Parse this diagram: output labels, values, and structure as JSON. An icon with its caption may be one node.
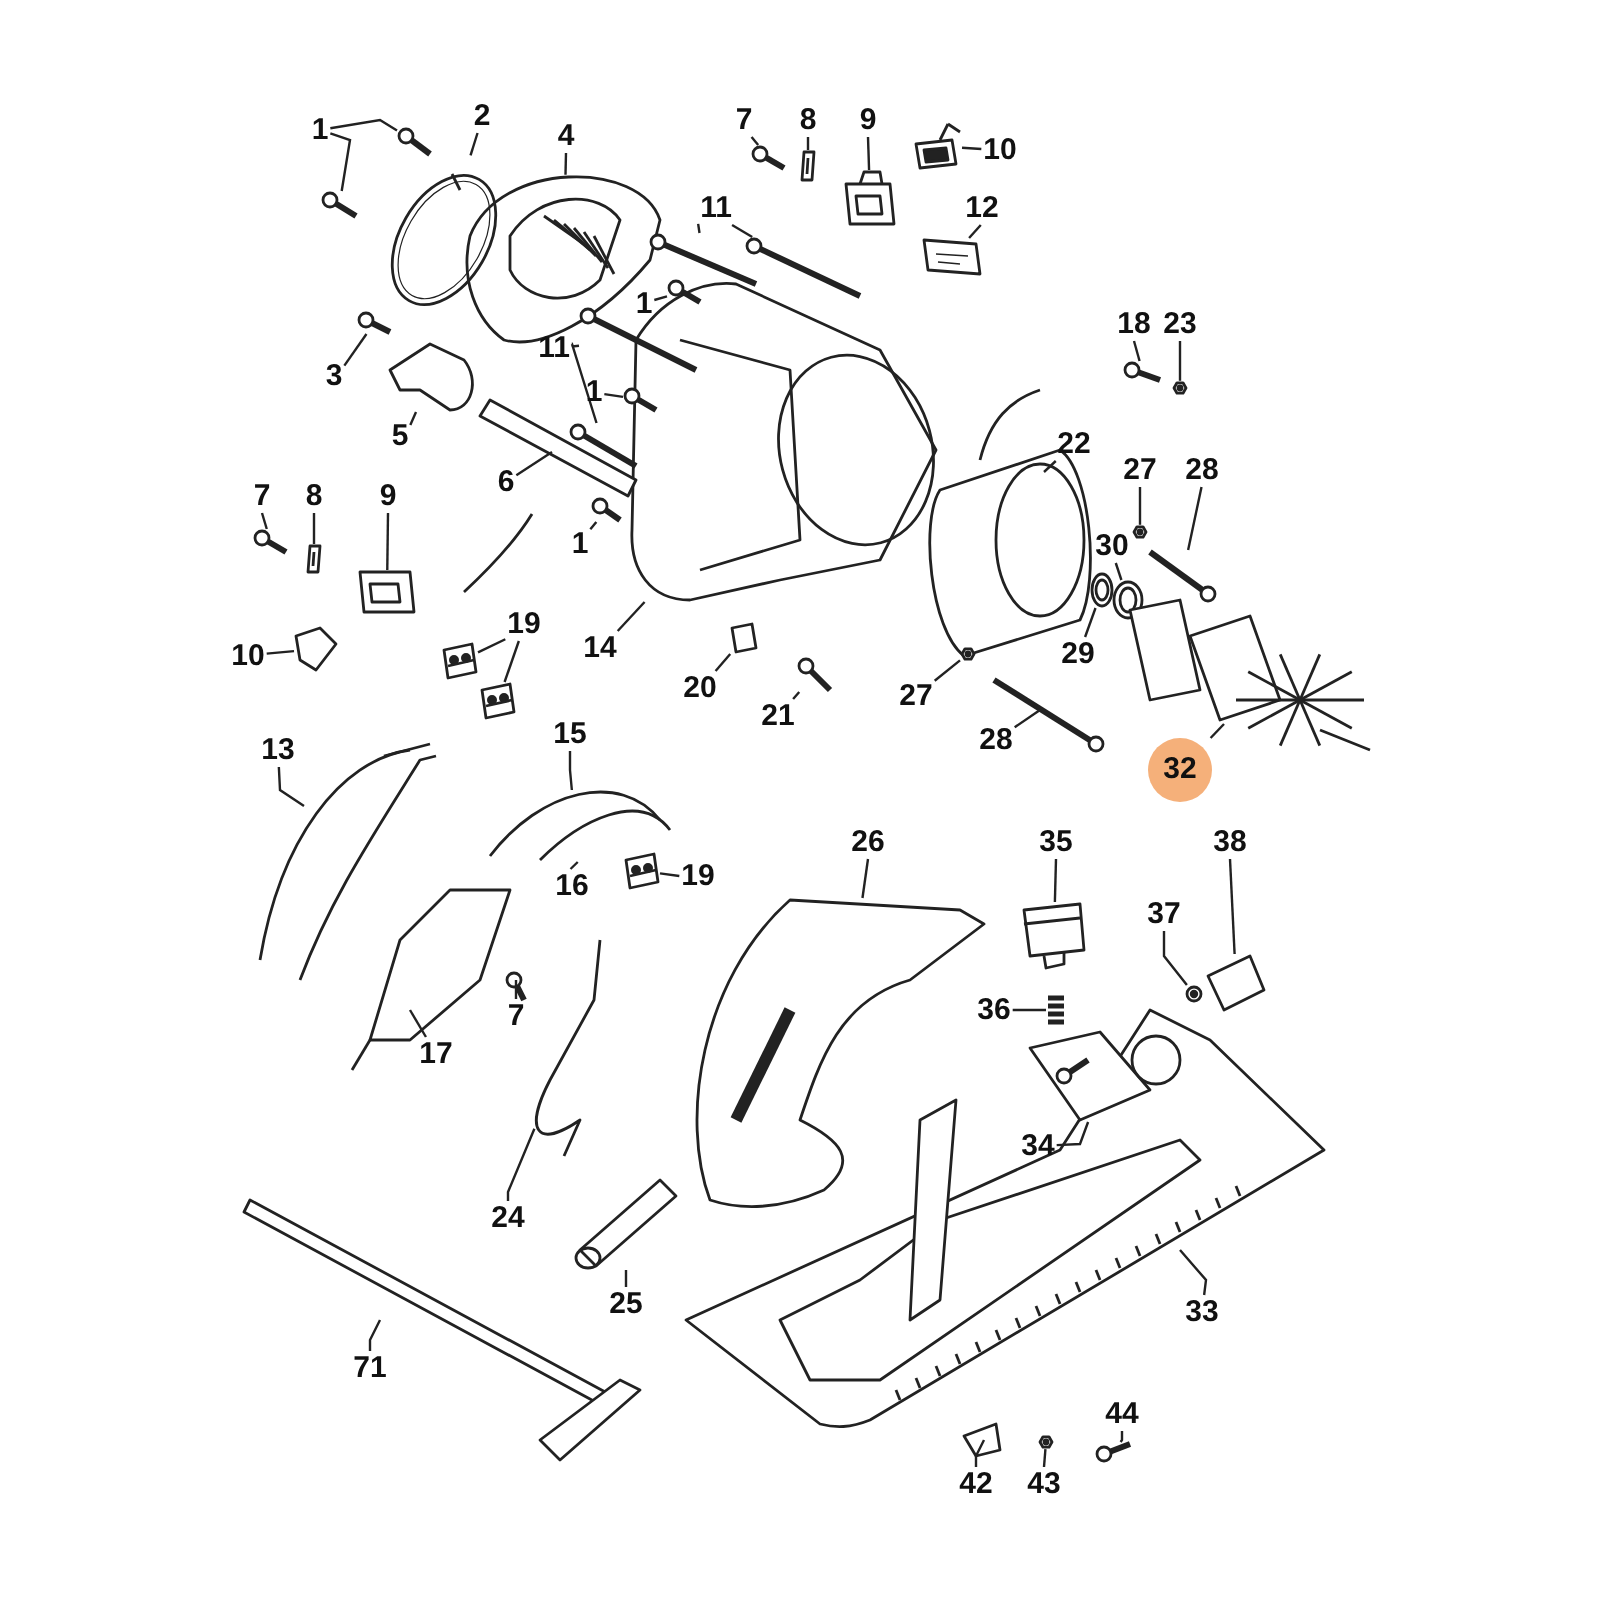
{
  "diagram": {
    "nodes": [
      {
        "text": [
          "1"
        ]
      },
      {
        "text": [
          "2"
        ]
      },
      {
        "text": [
          "4"
        ]
      },
      {
        "text": [
          "7"
        ]
      },
      {
        "text": [
          "8"
        ]
      },
      {
        "text": [
          "9"
        ]
      },
      {
        "text": [
          "10"
        ]
      },
      {
        "text": [
          "11"
        ]
      },
      {
        "text": [
          "12"
        ]
      },
      {
        "text": [
          "1"
        ]
      },
      {
        "text": [
          "18"
        ]
      },
      {
        "text": [
          "23"
        ]
      },
      {
        "text": [
          "3"
        ]
      },
      {
        "text": [
          "11"
        ]
      },
      {
        "text": [
          "1"
        ]
      },
      {
        "text": [
          "5"
        ]
      },
      {
        "text": [
          "22"
        ]
      },
      {
        "text": [
          "27"
        ]
      },
      {
        "text": [
          "28"
        ]
      },
      {
        "text": [
          "6"
        ]
      },
      {
        "text": [
          "7"
        ]
      },
      {
        "text": [
          "8"
        ]
      },
      {
        "text": [
          "9"
        ]
      },
      {
        "text": [
          "1"
        ]
      },
      {
        "text": [
          "30"
        ]
      },
      {
        "text": [
          "29"
        ]
      },
      {
        "text": [
          "19"
        ]
      },
      {
        "text": [
          "10"
        ]
      },
      {
        "text": [
          "14"
        ]
      },
      {
        "text": [
          "20"
        ]
      },
      {
        "text": [
          "21"
        ]
      },
      {
        "text": [
          "27"
        ]
      },
      {
        "text": [
          "28"
        ]
      },
      {
        "text": [
          "32"
        ]
      },
      {
        "text": [
          "13"
        ]
      },
      {
        "text": [
          "15"
        ]
      },
      {
        "text": [
          "16"
        ]
      },
      {
        "text": [
          "19"
        ]
      },
      {
        "text": [
          "26"
        ]
      },
      {
        "text": [
          "35"
        ]
      },
      {
        "text": [
          "38"
        ]
      },
      {
        "text": [
          "37"
        ]
      },
      {
        "text": [
          "36"
        ]
      },
      {
        "text": [
          "7"
        ]
      },
      {
        "text": [
          "17"
        ]
      },
      {
        "text": [
          "34"
        ]
      },
      {
        "text": [
          "24"
        ]
      },
      {
        "text": [
          "33"
        ]
      },
      {
        "text": [
          "25"
        ]
      },
      {
        "text": [
          "71"
        ]
      },
      {
        "text": [
          "44"
        ]
      },
      {
        "text": [
          "42"
        ]
      },
      {
        "text": [
          "43"
        ]
      },
      {
        "text": [],
        "shape": "picture"
      },
      {
        "text": [],
        "shape": "picture"
      },
      {
        "text": [],
        "shape": "picture"
      },
      {
        "text": [],
        "shape": "picture"
      },
      {
        "text": [],
        "shape": "picture"
      },
      {
        "text": [],
        "shape": "picture"
      },
      {
        "text": [],
        "shape": "picture"
      },
      {
        "text": [],
        "shape": "picture"
      },
      {
        "text": [],
        "shape": "picture"
      },
      {
        "text": [],
        "shape": "picture"
      },
      {
        "text": [],
        "shape": "picture"
      },
      {
        "text": [],
        "shape": "picture"
      },
      {
        "text": [],
        "shape": "picture"
      },
      {
        "text": [],
        "shape": "picture"
      },
      {
        "text": [],
        "shape": "picture"
      },
      {
        "text": [],
        "shape": "picture"
      },
      {
        "text": [],
        "shape": "picture"
      },
      {
        "text": [],
        "shape": "picture"
      },
      {
        "text": [],
        "shape": "picture"
      },
      {
        "text": [],
        "shape": "picture"
      },
      {
        "text": [],
        "shape": "picture"
      },
      {
        "text": [],
        "shape": "picture"
      },
      {
        "text": [],
        "shape": "picture"
      },
      {
        "text": [],
        "shape": "picture"
      },
      {
        "text": [],
        "shape": "picture"
      },
      {
        "text": [],
        "shape": "picture"
      },
      {
        "text": [],
        "shape": "picture"
      },
      {
        "text": [],
        "shape": "picture"
      },
      {
        "text": [],
        "shape": "picture"
      },
      {
        "text": [],
        "shape": "picture"
      },
      {
        "text": [],
        "shape": "picture"
      },
      {
        "text": [],
        "shape": "picture"
      },
      {
        "text": [],
        "shape": "picture"
      },
      {
        "text": [],
        "shape": "picture"
      },
      {
        "text": [],
        "shape": "picture"
      },
      {
        "text": [],
        "shape": "picture"
      },
      {
        "text": [],
        "shape": "picture"
      },
      {
        "text": [],
        "shape": "picture"
      },
      {
        "text": [],
        "shape": "picture"
      },
      {
        "text": [],
        "shape": "picture"
      },
      {
        "text": [],
        "shape": "picture"
      },
      {
        "text": [],
        "shape": "picture"
      },
      {
        "text": [],
        "shape": "picture"
      },
      {
        "text": [],
        "shape": "picture"
      },
      {
        "text": [],
        "shape": "picture"
      },
      {
        "text": [],
        "shape": "picture"
      },
      {
        "text": [],
        "shape": "picture"
      },
      {
        "text": [],
        "shape": "picture"
      },
      {
        "text": [],
        "shape": "picture"
      },
      {
        "text": [],
        "shape": "picture"
      },
      {
        "text": [],
        "shape": "picture"
      },
      {
        "text": [],
        "shape": "picture"
      },
      {
        "text": [],
        "shape": "picture"
      },
      {
        "text": [],
        "shape": "picture"
      },
      {
        "text": [],
        "shape": "picture"
      },
      {
        "text": [],
        "shape": "picture"
      },
      {
        "text": [],
        "shape": "picture"
      }
    ],
    "edges": [
      {
        "from": 0,
        "to": 53,
        "arrow": "none"
      },
      {
        "from": 0,
        "to": 54,
        "arrow": "none"
      },
      {
        "from": 1,
        "to": 55,
        "arrow": "none"
      },
      {
        "from": 2,
        "to": 56,
        "arrow": "none"
      },
      {
        "from": 3,
        "to": 57,
        "arrow": "none"
      },
      {
        "from": 4,
        "to": 58,
        "arrow": "none"
      },
      {
        "from": 5,
        "to": 59,
        "arrow": "none"
      },
      {
        "from": 6,
        "to": 60,
        "arrow": "none"
      },
      {
        "from": 7,
        "to": 61,
        "arrow": "none"
      },
      {
        "from": 7,
        "to": 62,
        "arrow": "none"
      },
      {
        "from": 8,
        "to": 63,
        "arrow": "none"
      },
      {
        "from": 9,
        "to": 64,
        "arrow": "none"
      },
      {
        "from": 10,
        "to": 65,
        "arrow": "none"
      },
      {
        "from": 11,
        "to": 66,
        "arrow": "none"
      },
      {
        "from": 12,
        "to": 67,
        "arrow": "none"
      },
      {
        "from": 13,
        "to": 68,
        "arrow": "none"
      },
      {
        "from": 13,
        "to": 69,
        "arrow": "none"
      },
      {
        "from": 14,
        "to": 70,
        "arrow": "none"
      },
      {
        "from": 15,
        "to": 71,
        "arrow": "none"
      },
      {
        "from": 16,
        "to": 72,
        "arrow": "none"
      },
      {
        "from": 17,
        "to": 73,
        "arrow": "none"
      },
      {
        "from": 18,
        "to": 74,
        "arrow": "none"
      },
      {
        "from": 19,
        "to": 75,
        "arrow": "none"
      },
      {
        "from": 20,
        "to": 76,
        "arrow": "none"
      },
      {
        "from": 21,
        "to": 77,
        "arrow": "none"
      },
      {
        "from": 22,
        "to": 78,
        "arrow": "none"
      },
      {
        "from": 23,
        "to": 79,
        "arrow": "none"
      },
      {
        "from": 24,
        "to": 80,
        "arrow": "none"
      },
      {
        "from": 25,
        "to": 81,
        "arrow": "none"
      },
      {
        "from": 26,
        "to": 82,
        "arrow": "none"
      },
      {
        "from": 26,
        "to": 83,
        "arrow": "none"
      },
      {
        "from": 27,
        "to": 84,
        "arrow": "none"
      },
      {
        "from": 28,
        "to": 85,
        "arrow": "none"
      },
      {
        "from": 29,
        "to": 86,
        "arrow": "none"
      },
      {
        "from": 30,
        "to": 87,
        "arrow": "none"
      },
      {
        "from": 31,
        "to": 88,
        "arrow": "none"
      },
      {
        "from": 32,
        "to": 89,
        "arrow": "none"
      },
      {
        "from": 33,
        "to": 90,
        "arrow": "none"
      },
      {
        "from": 34,
        "to": 91,
        "arrow": "none"
      },
      {
        "from": 35,
        "to": 92,
        "arrow": "none"
      },
      {
        "from": 36,
        "to": 93,
        "arrow": "none"
      },
      {
        "from": 37,
        "to": 94,
        "arrow": "none"
      },
      {
        "from": 38,
        "to": 95,
        "arrow": "none"
      },
      {
        "from": 39,
        "to": 96,
        "arrow": "none"
      },
      {
        "from": 40,
        "to": 97,
        "arrow": "none"
      },
      {
        "from": 41,
        "to": 98,
        "arrow": "none"
      },
      {
        "from": 42,
        "to": 99,
        "arrow": "none"
      },
      {
        "from": 43,
        "to": 100,
        "arrow": "none"
      },
      {
        "from": 44,
        "to": 101,
        "arrow": "none"
      },
      {
        "from": 45,
        "to": 102,
        "arrow": "none"
      },
      {
        "from": 46,
        "to": 103,
        "arrow": "none"
      },
      {
        "from": 47,
        "to": 104,
        "arrow": "none"
      },
      {
        "from": 48,
        "to": 105,
        "arrow": "none"
      },
      {
        "from": 49,
        "to": 106,
        "arrow": "none"
      },
      {
        "from": 50,
        "to": 107,
        "arrow": "none"
      },
      {
        "from": 51,
        "to": 108,
        "arrow": "none"
      },
      {
        "from": 52,
        "to": 109,
        "arrow": "none"
      }
    ]
  }
}
